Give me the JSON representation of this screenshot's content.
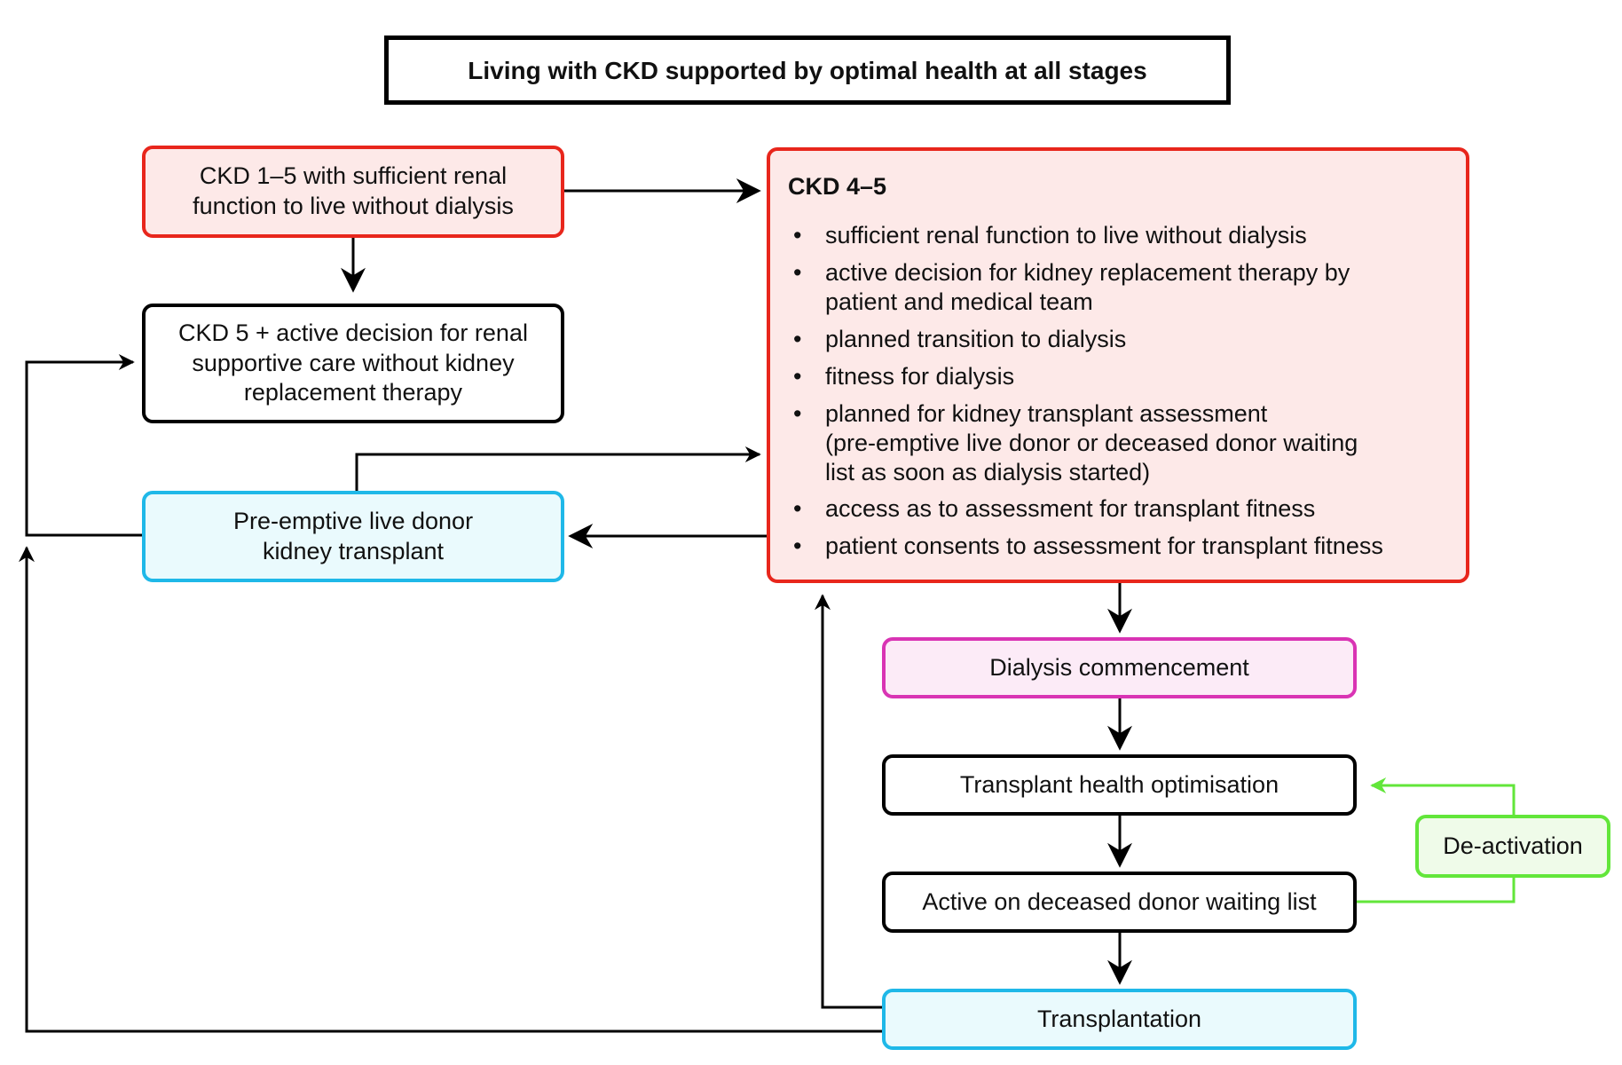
{
  "title": "Living with CKD supported by optimal health at all stages",
  "boxes": {
    "ckd15": "CKD 1–5 with sufficient renal\nfunction to live without dialysis",
    "ckd5_supportive": "CKD 5 + active decision for renal\nsupportive care without kidney\nreplacement therapy",
    "preemptive": "Pre-emptive live donor\nkidney transplant",
    "dialysis": "Dialysis commencement",
    "optimisation": "Transplant health optimisation",
    "waiting_list": "Active on deceased donor waiting list",
    "transplantation": "Transplantation",
    "deactivation": "De-activation"
  },
  "ckd45": {
    "title": "CKD 4–5",
    "bullet": "•",
    "items": [
      "sufficient renal function to live without dialysis",
      "active decision for kidney replacement therapy by\npatient and medical team",
      "planned transition to dialysis",
      "fitness for dialysis",
      "planned for kidney  transplant assessment\n(pre-emptive  live donor or deceased donor waiting\nlist as soon as dialysis started)",
      "access as to assessment for transplant fitness",
      "patient consents to assessment for transplant fitness"
    ]
  },
  "colors": {
    "red_border": "#e8261c",
    "red_fill": "#fde9e8",
    "cyan_border": "#1fb8e8",
    "cyan_fill": "#eafafd",
    "magenta_border": "#d934b4",
    "magenta_fill": "#fcebf7",
    "green_border": "#62e63a",
    "green_fill": "#effbe9",
    "black": "#000000"
  }
}
